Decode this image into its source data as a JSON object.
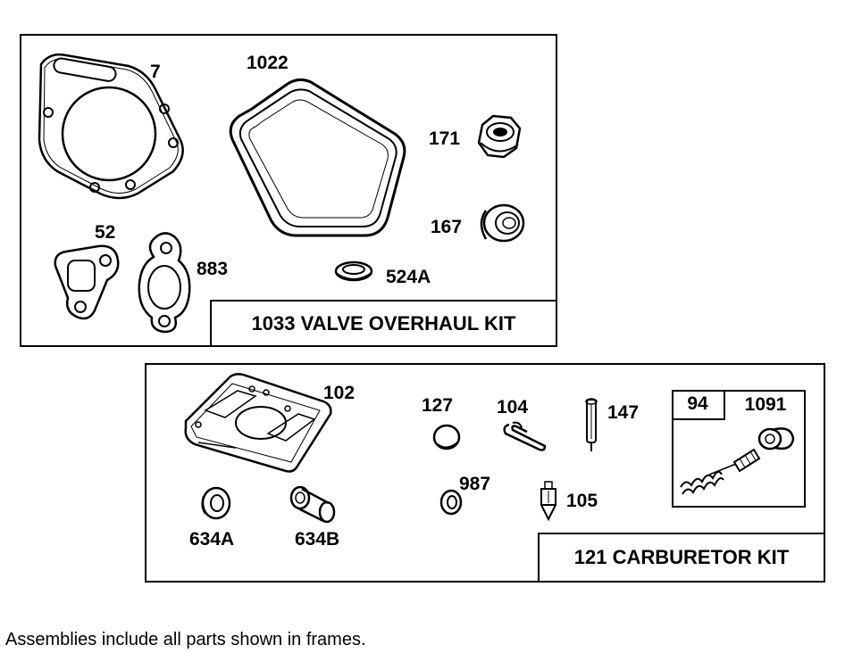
{
  "kits": [
    {
      "title": "1033 VALVE OVERHAUL KIT",
      "parts": [
        "7",
        "1022",
        "171",
        "167",
        "52",
        "883",
        "524A"
      ]
    },
    {
      "title": "121 CARBURETOR KIT",
      "parts": [
        "102",
        "127",
        "104",
        "147",
        "987",
        "105",
        "634A",
        "634B"
      ],
      "subassembly": {
        "left_label": "94",
        "right_label": "1091"
      }
    }
  ],
  "footer_note": "Assemblies include all parts shown in frames."
}
